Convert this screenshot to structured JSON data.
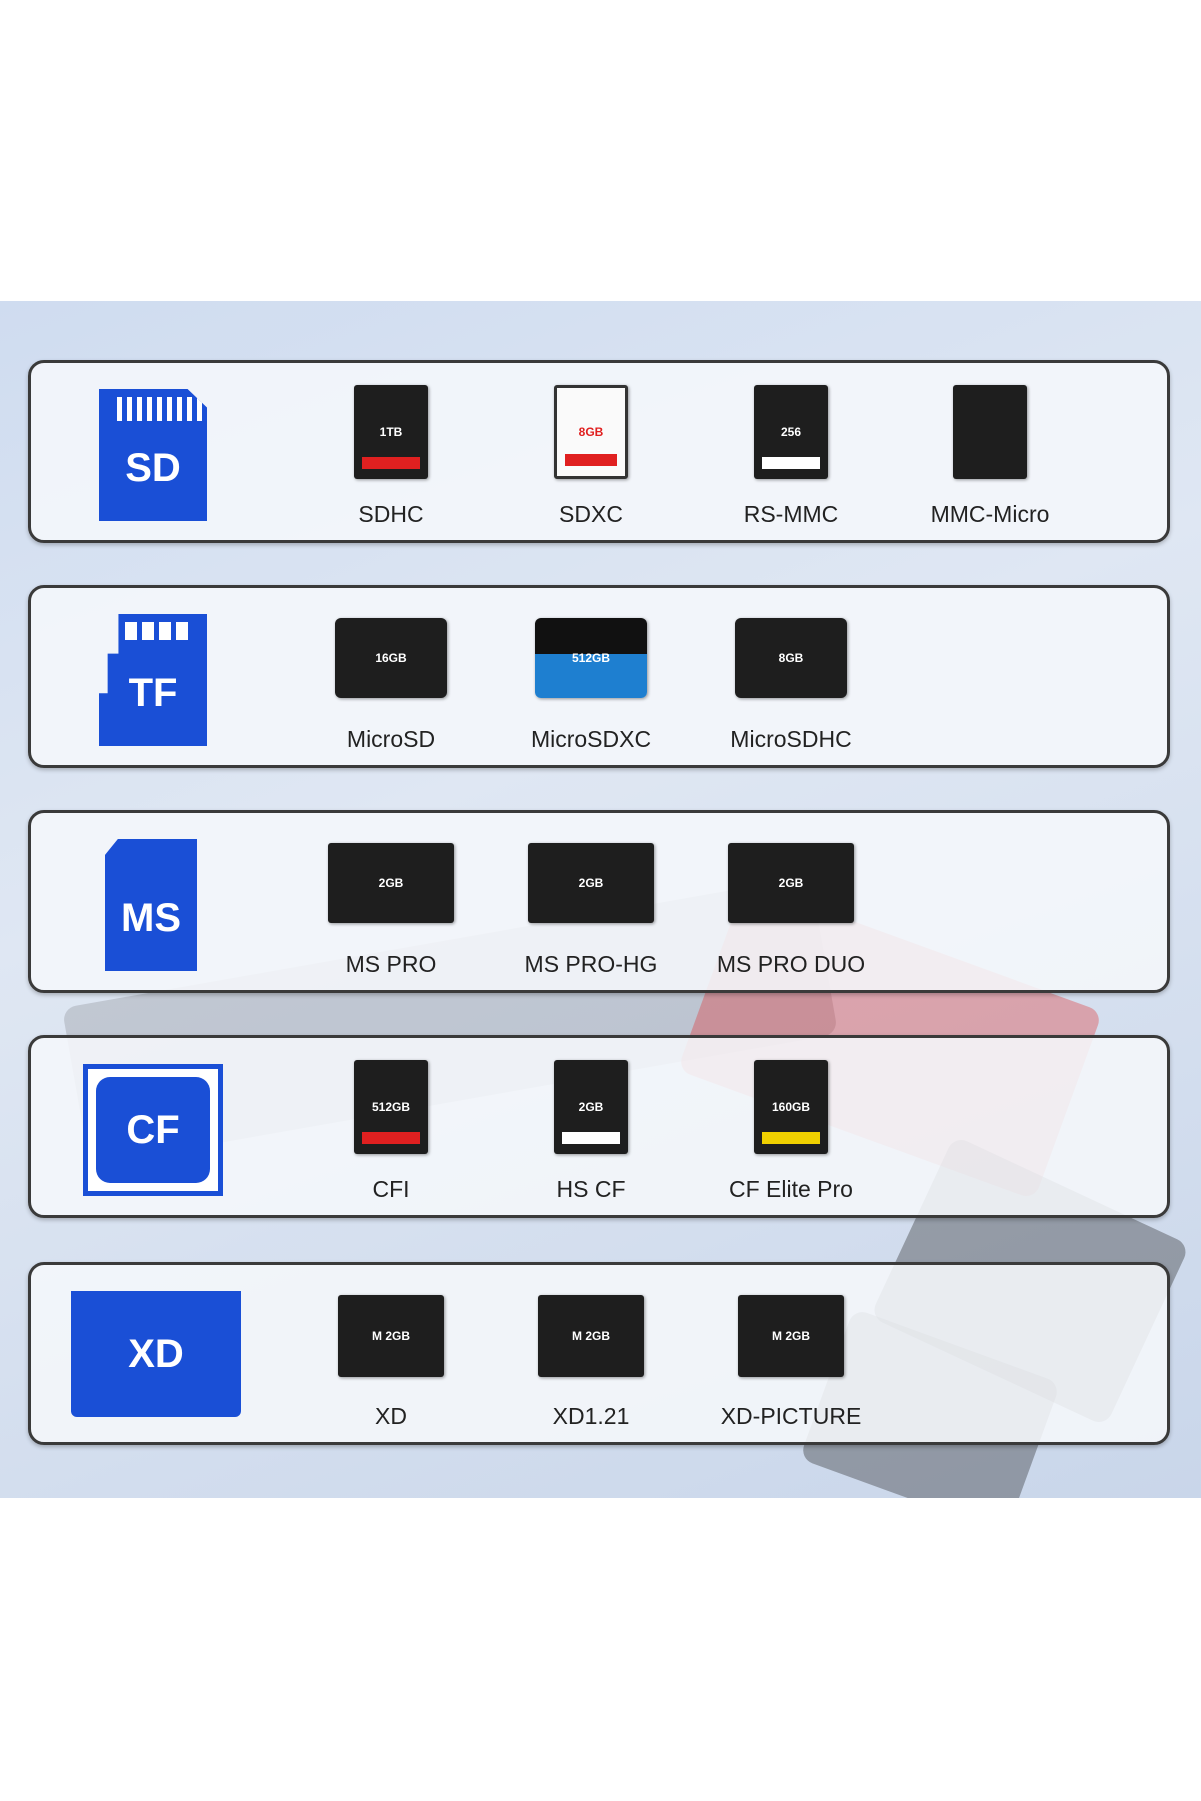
{
  "colors": {
    "accent": "#1a4fd6",
    "background": "#d6e0ef",
    "card": "#1e1e1e"
  },
  "rows": [
    {
      "type": "SD",
      "icon": "sd-card-icon",
      "cards": [
        {
          "label": "SDHC",
          "capacity": "1TB",
          "stripe": "#e02020"
        },
        {
          "label": "SDXC",
          "capacity": "8GB",
          "stripe": "#e02020",
          "light": true
        },
        {
          "label": "RS-MMC",
          "capacity": "256",
          "stripe": "#ffffff"
        },
        {
          "label": "MMC-Micro",
          "capacity": "",
          "stripe": ""
        }
      ]
    },
    {
      "type": "TF",
      "icon": "tf-card-icon",
      "cards": [
        {
          "label": "MicroSD",
          "capacity": "16GB",
          "stripe": ""
        },
        {
          "label": "MicroSDXC",
          "capacity": "512GB",
          "stripe": "",
          "blue": true
        },
        {
          "label": "MicroSDHC",
          "capacity": "8GB",
          "stripe": ""
        }
      ]
    },
    {
      "type": "MS",
      "icon": "ms-card-icon",
      "cards": [
        {
          "label": "MS PRO",
          "capacity": "2GB",
          "stripe": ""
        },
        {
          "label": "MS PRO-HG",
          "capacity": "2GB",
          "stripe": ""
        },
        {
          "label": "MS PRO DUO",
          "capacity": "2GB",
          "stripe": ""
        }
      ]
    },
    {
      "type": "CF",
      "icon": "cf-card-icon",
      "cards": [
        {
          "label": "CFI",
          "capacity": "512GB",
          "stripe": "#e02020"
        },
        {
          "label": "HS CF",
          "capacity": "2GB",
          "stripe": "#ffffff"
        },
        {
          "label": "CF Elite Pro",
          "capacity": "160GB",
          "stripe": "#f0d000"
        }
      ]
    },
    {
      "type": "XD",
      "icon": "xd-card-icon",
      "cards": [
        {
          "label": "XD",
          "capacity": "M 2GB",
          "stripe": ""
        },
        {
          "label": "XD1.21",
          "capacity": "M 2GB",
          "stripe": ""
        },
        {
          "label": "XD-PICTURE",
          "capacity": "M 2GB",
          "stripe": ""
        }
      ]
    }
  ]
}
